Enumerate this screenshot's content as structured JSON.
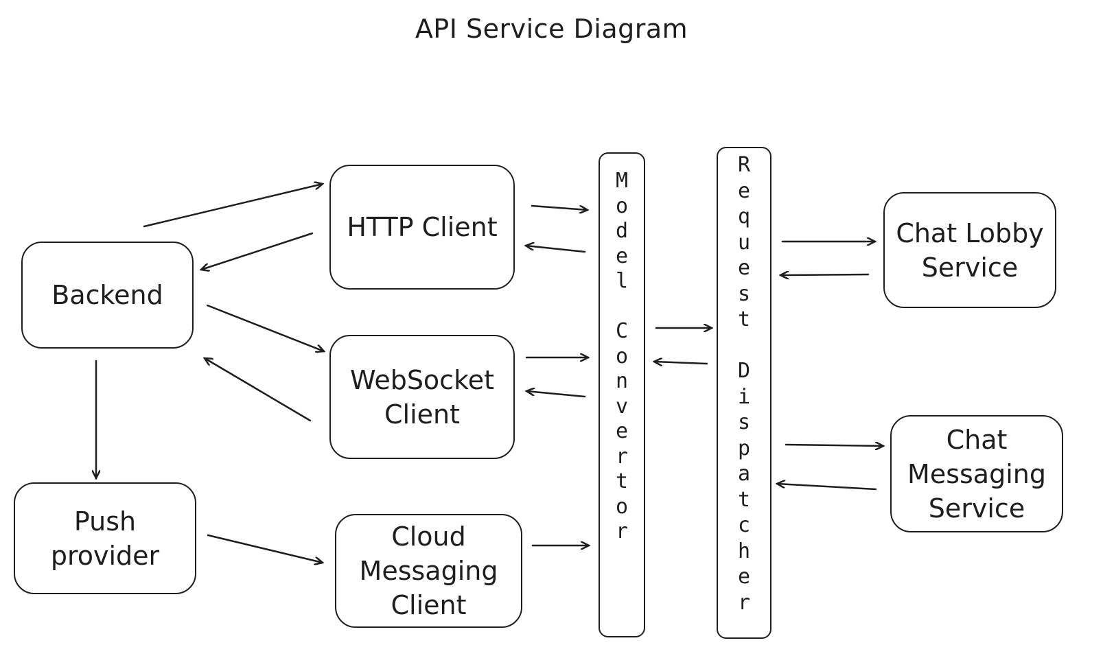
{
  "title": "API Service Diagram",
  "nodes": {
    "backend": "Backend",
    "http_client": "HTTP Client",
    "websocket_client": "WebSocket\nClient",
    "push_provider": "Push\nprovider",
    "cloud_messaging_client": "Cloud\nMessaging\nClient",
    "model_convertor": "Model Convertor",
    "request_dispatcher": "Request Dispatcher",
    "chat_lobby_service": "Chat Lobby\nService",
    "chat_messaging_service": "Chat\nMessaging\nService"
  },
  "edges": [
    {
      "from": "Backend",
      "to": "HTTP Client"
    },
    {
      "from": "HTTP Client",
      "to": "Backend"
    },
    {
      "from": "Backend",
      "to": "WebSocket Client"
    },
    {
      "from": "WebSocket Client",
      "to": "Backend"
    },
    {
      "from": "Backend",
      "to": "Push provider"
    },
    {
      "from": "Push provider",
      "to": "Cloud Messaging Client"
    },
    {
      "from": "HTTP Client",
      "to": "Model Convertor"
    },
    {
      "from": "Model Convertor",
      "to": "HTTP Client"
    },
    {
      "from": "WebSocket Client",
      "to": "Model Convertor"
    },
    {
      "from": "Model Convertor",
      "to": "WebSocket Client"
    },
    {
      "from": "Cloud Messaging Client",
      "to": "Model Convertor"
    },
    {
      "from": "Model Convertor",
      "to": "Request Dispatcher"
    },
    {
      "from": "Request Dispatcher",
      "to": "Model Convertor"
    },
    {
      "from": "Request Dispatcher",
      "to": "Chat Lobby Service"
    },
    {
      "from": "Chat Lobby Service",
      "to": "Request Dispatcher"
    },
    {
      "from": "Request Dispatcher",
      "to": "Chat Messaging Service"
    },
    {
      "from": "Chat Messaging Service",
      "to": "Request Dispatcher"
    }
  ]
}
